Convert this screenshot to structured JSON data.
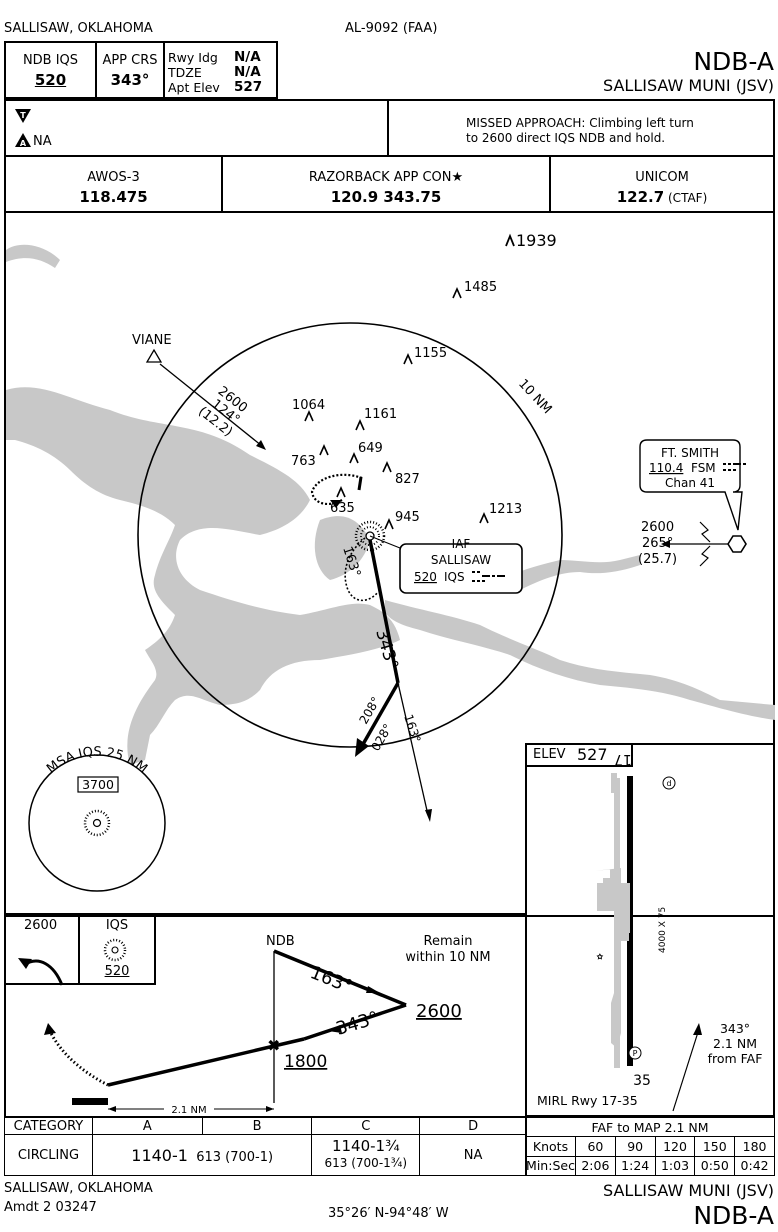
{
  "header": {
    "location_top": "SALLISAW, OKLAHOMA",
    "procedure_number": "AL-9092 (FAA)",
    "approach_name": "NDB-A",
    "airport_name": "SALLISAW MUNI (JSV)",
    "ndb_label": "NDB IQS",
    "ndb_freq": "520",
    "app_crs_label": "APP CRS",
    "app_crs_value": "343°",
    "rwy_idg_label": "Rwy Idg",
    "rwy_idg_value": "N/A",
    "tdze_label": "TDZE",
    "tdze_value": "N/A",
    "apt_elev_label": "Apt Elev",
    "apt_elev_value": "527"
  },
  "notes": {
    "nonstandard_takeoff_symbol": "▼",
    "alternate_symbol": "A",
    "alternate_na": "NA",
    "missed_approach_line1": "MISSED APPROACH:  Climbing left turn",
    "missed_approach_line2": "to 2600 direct IQS NDB and hold."
  },
  "comms": {
    "awos_label": "AWOS-3",
    "awos_freq": "118.475",
    "app_con_label": "RAZORBACK APP CON★",
    "app_con_freq": "120.9  343.75",
    "unicom_label": "UNICOM",
    "unicom_freq": "122.7",
    "unicom_suffix": " (CTAF)"
  },
  "planview": {
    "obstacles": [
      "1939",
      "1485",
      "1155",
      "1064",
      "1161",
      "763",
      "649",
      "827",
      "635",
      "945",
      "1213"
    ],
    "radius_label": "10 NM",
    "viane_label": "VIANE",
    "viane_alt": "2600",
    "viane_crs": "124°",
    "viane_dist": "(12.2)",
    "fsm_name": "FT. SMITH",
    "fsm_freq": "110.4",
    "fsm_id": "FSM",
    "fsm_chan": "Chan 41",
    "fsm_alt": "2600",
    "fsm_crs": "265°",
    "fsm_dist": "(25.7)",
    "iaf_label": "IAF",
    "iaf_name": "SALLISAW",
    "iaf_freq": "520",
    "iaf_id": "IQS",
    "hold_crs": "163°",
    "final_crs": "343°",
    "outbound_crs": "163°",
    "arrow_crs_a": "208°",
    "arrow_crs_b": "028°",
    "msa_title": "MSA IQS 25 NM",
    "msa_alt": "3700"
  },
  "airport_diagram": {
    "elev_label": "ELEV",
    "elev_value": "527",
    "rwy_top": "17",
    "rwy_bottom": "35",
    "rwy_dims": "4000 X 75",
    "faf_crs": "343°",
    "faf_dist": "2.1 NM",
    "faf_from": "from FAF",
    "lighting": "MIRL Rwy 17-35"
  },
  "profile": {
    "missed_alt": "2600",
    "missed_fix": "IQS",
    "missed_freq": "520",
    "ndb_label": "NDB",
    "remain_line1": "Remain",
    "remain_line2": "within 10 NM",
    "outbound_crs": "163°",
    "inbound_crs": "343°",
    "proc_turn_alt": "2600",
    "mda_alt": "1800",
    "dist_label": "2.1 NM"
  },
  "minimums": {
    "headers": [
      "CATEGORY",
      "A",
      "B",
      "C",
      "D"
    ],
    "row_label": "CIRCLING",
    "ab_min": "1140-1",
    "ab_haa": "613 (700-1)",
    "c_min": "1140-1¾",
    "c_haa": "613 (700-1¾)",
    "d_min": "NA"
  },
  "faf_map": {
    "title": "FAF to MAP  2.1 NM",
    "knots_label": "Knots",
    "knots": [
      "60",
      "90",
      "120",
      "150",
      "180"
    ],
    "time_label": "Min:Sec",
    "times": [
      "2:06",
      "1:24",
      "1:03",
      "0:50",
      "0:42"
    ]
  },
  "footer": {
    "location": "SALLISAW, OKLAHOMA",
    "amendment": "Amdt 2  03247",
    "coords": "35°26′ N-94°48′ W",
    "airport_name": "SALLISAW MUNI (JSV)",
    "approach_name": "NDB-A"
  },
  "colors": {
    "lake": "#c8c8c8",
    "ink": "#000000"
  }
}
